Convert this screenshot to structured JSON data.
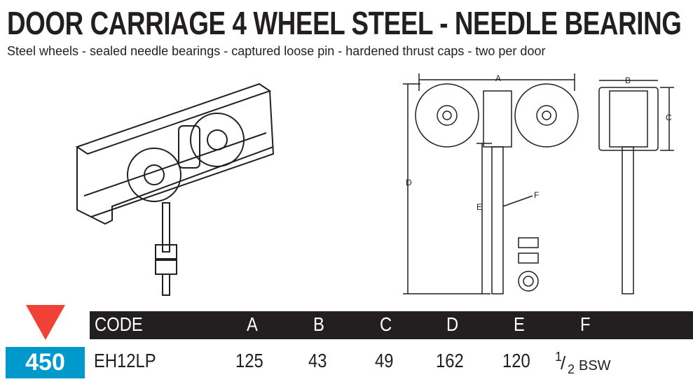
{
  "title": "DOOR CARRIAGE 4 WHEEL STEEL - NEEDLE BEARING",
  "subtitle": "Steel wheels - sealed needle bearings - captured loose pin - hardened thrust caps - two per door",
  "diagram_labels": {
    "a": "A",
    "b": "B",
    "c": "C",
    "d": "D",
    "e": "E",
    "f": "F"
  },
  "badge": "450",
  "table": {
    "headers": [
      "CODE",
      "A",
      "B",
      "C",
      "D",
      "E",
      "F"
    ],
    "row": {
      "code": "EH12LP",
      "a": "125",
      "b": "43",
      "c": "49",
      "d": "162",
      "e": "120",
      "f_num": "1",
      "f_den": "2",
      "f_unit": "BSW"
    }
  },
  "colors": {
    "accent_red": "#ef4136",
    "accent_blue": "#0099cc",
    "header_bg": "#231f20"
  }
}
